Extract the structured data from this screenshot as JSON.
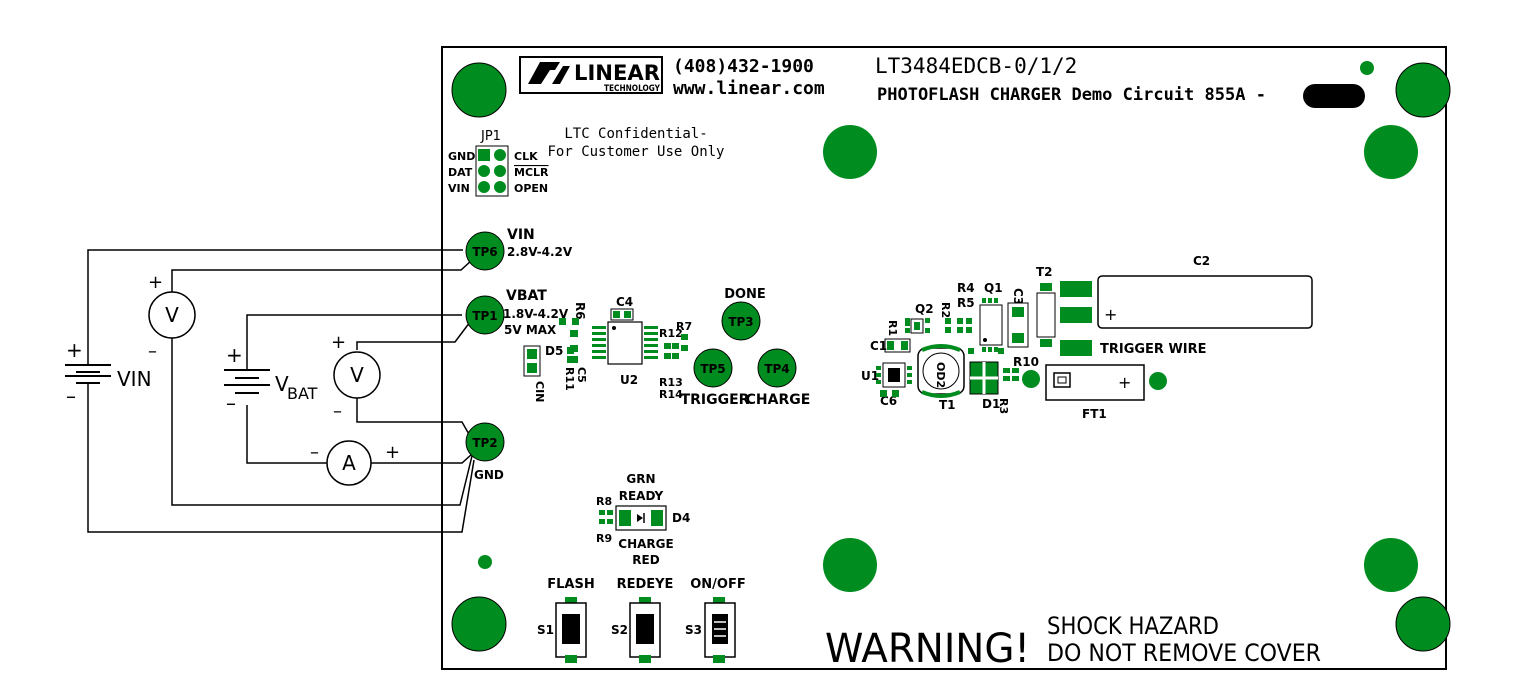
{
  "colors": {
    "pad_green": "#008c1e",
    "ink": "#000000",
    "board_bg": "#ffffff"
  },
  "header": {
    "logo_main": "LINEAR",
    "logo_sub": "TECHNOLOGY",
    "phone": "(408)432-1900",
    "website": "www.linear.com",
    "part_number": "LT3484EDCB-0/1/2",
    "board_title": "PHOTOFLASH CHARGER Demo Circuit 855A -",
    "confidential_line1": "LTC Confidential-",
    "confidential_line2": "For Customer Use Only"
  },
  "jumper": {
    "name": "JP1",
    "left_labels": [
      "GND",
      "DAT",
      "VIN"
    ],
    "right_labels": [
      "CLK",
      "MCLR",
      "OPEN"
    ]
  },
  "test_points": {
    "tp6": {
      "name": "TP6",
      "label": "VIN",
      "range": "2.8V-4.2V"
    },
    "tp1": {
      "name": "TP1",
      "label": "VBAT",
      "range": "1.8V-4.2V",
      "max": "5V  MAX"
    },
    "tp2": {
      "name": "TP2",
      "label": "GND"
    },
    "tp3": {
      "name": "TP3",
      "label": "DONE"
    },
    "tp5": {
      "name": "TP5",
      "label": "TRIGGER"
    },
    "tp4": {
      "name": "TP4",
      "label": "CHARGE"
    }
  },
  "external": {
    "vin_label": "VIN",
    "vbat_label": "V",
    "vbat_sub": "BAT",
    "meter_v": "V",
    "meter_a": "A",
    "plus": "+",
    "minus": "–"
  },
  "components": {
    "c4": "C4",
    "r6": "R6",
    "r12": "R12",
    "r7": "R7",
    "d5": "D5",
    "c5": "C5",
    "r11": "R11",
    "u2": "U2",
    "r13": "R13",
    "r14": "R14",
    "cin": "CIN",
    "r4": "R4",
    "q1": "Q1",
    "r5": "R5",
    "r2": "R2",
    "q2": "Q2",
    "r1": "R1",
    "c3": "C3",
    "t2": "T2",
    "c2": "C2",
    "c1": "C1",
    "u1": "U1",
    "c6": "C6",
    "t1": "T1",
    "d1": "D1",
    "r10": "R10",
    "r3": "R3",
    "ft1": "FT1",
    "od2": "OD2",
    "trigger_wire": "TRIGGER  WIRE",
    "r8": "R8",
    "r9": "R9",
    "d4": "D4"
  },
  "leds": {
    "ready_line1": "GRN",
    "ready_line2": "READY",
    "charge_line1": "CHARGE",
    "charge_line2": "RED"
  },
  "switches": {
    "s1": {
      "name": "S1",
      "label": "FLASH"
    },
    "s2": {
      "name": "S2",
      "label": "REDEYE"
    },
    "s3": {
      "name": "S3",
      "label": "ON/OFF"
    }
  },
  "warning": {
    "big": "WARNING!",
    "line1": "SHOCK  HAZARD",
    "line2": "DO  NOT  REMOVE  COVER"
  }
}
